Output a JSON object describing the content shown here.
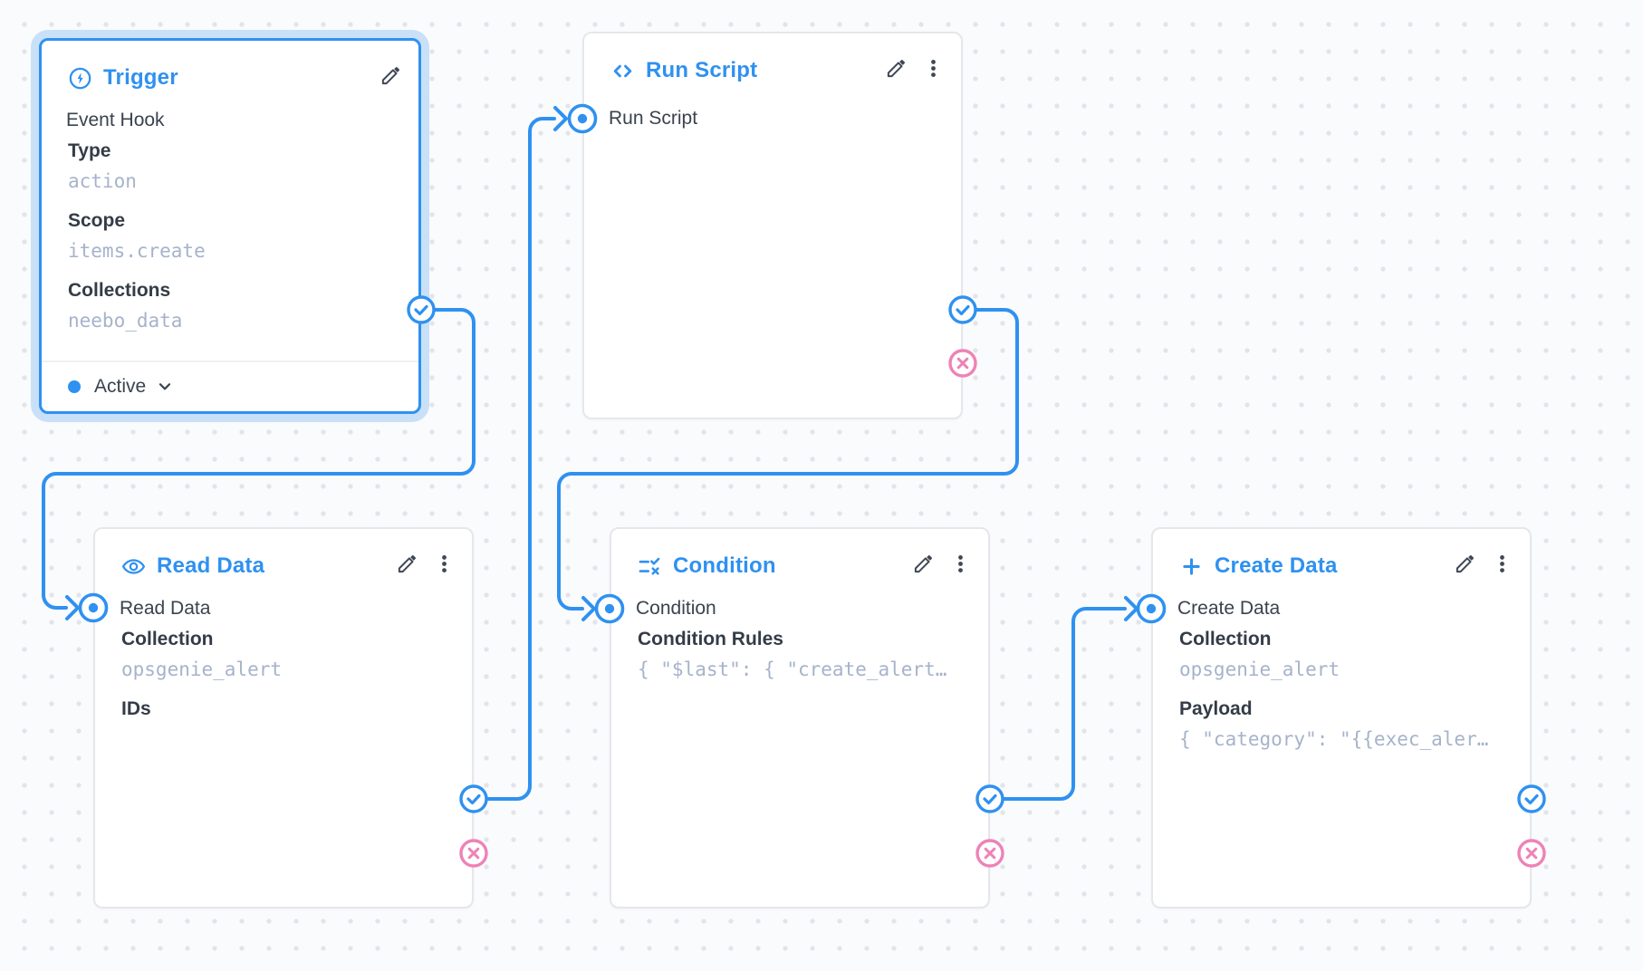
{
  "canvas": {
    "accent_color": "#2f91f0",
    "danger_color": "#ee82b6",
    "background_color": "#fafbfc",
    "dot_color": "#e2e4e9"
  },
  "nodes": {
    "trigger": {
      "title": "Trigger",
      "icon": "bolt-circle-icon",
      "tools": [
        "edit-pencil-icon"
      ],
      "main": "Event Hook",
      "label_type": "Type",
      "value_type": "action",
      "label_scope": "Scope",
      "value_scope": "items.create",
      "label_collections": "Collections",
      "value_collections": "neebo_data",
      "status_label": "Active"
    },
    "run_script": {
      "title": "Run Script",
      "icon": "code-icon",
      "tools": [
        "edit-pencil-icon",
        "kebab-menu-icon"
      ],
      "input_label": "Run Script"
    },
    "read_data": {
      "title": "Read Data",
      "icon": "eye-icon",
      "tools": [
        "edit-pencil-icon",
        "kebab-menu-icon"
      ],
      "input_label": "Read Data",
      "label_collection": "Collection",
      "value_collection": "opsgenie_alert",
      "label_ids": "IDs"
    },
    "condition": {
      "title": "Condition",
      "icon": "rule-icon",
      "tools": [
        "edit-pencil-icon",
        "kebab-menu-icon"
      ],
      "input_label": "Condition",
      "label_rules": "Condition Rules",
      "value_rules": "{ \"$last\": { \"create_alert…"
    },
    "create_data": {
      "title": "Create Data",
      "icon": "plus-icon",
      "tools": [
        "edit-pencil-icon",
        "kebab-menu-icon"
      ],
      "input_label": "Create Data",
      "label_collection": "Collection",
      "value_collection": "opsgenie_alert",
      "label_payload": "Payload",
      "value_payload": "{ \"category\": \"{{exec_aler…"
    }
  },
  "connections": [
    {
      "from": "trigger.resolve",
      "to": "read_data.input"
    },
    {
      "from": "read_data.resolve",
      "to": "run_script.input"
    },
    {
      "from": "run_script.resolve",
      "to": "condition.input"
    },
    {
      "from": "condition.resolve",
      "to": "create_data.input"
    }
  ]
}
